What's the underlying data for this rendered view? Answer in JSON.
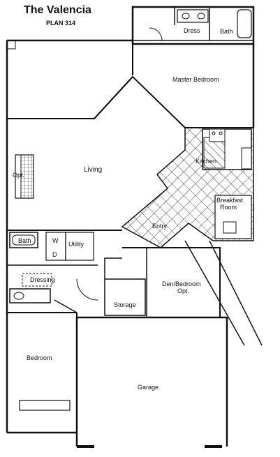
{
  "title": "The Valencia",
  "plan": "PLAN 314",
  "rooms": {
    "dress": "Dress",
    "bath_master": "Bath",
    "master_bedroom": "Master Bedroom",
    "kitchen": "Kitchen",
    "living": "Living",
    "opt": "Opt.",
    "breakfast_line1": "Breakfast",
    "breakfast_line2": "Room",
    "entry": "Entry",
    "bath": "Bath",
    "w": "W",
    "d": "D",
    "utility": "Utility",
    "dressing": "Dressing",
    "den_line1": "Den/Bedroom",
    "den_line2": "Opt.",
    "storage": "Storage",
    "bedroom": "Bedroom",
    "garage": "Garage"
  },
  "colors": {
    "line": "#111111",
    "paper": "#ffffff"
  }
}
